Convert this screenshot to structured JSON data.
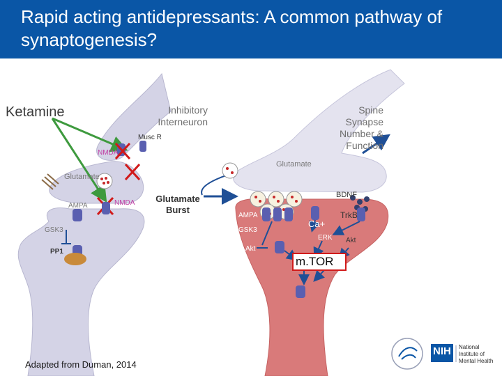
{
  "title": "Rapid acting antidepressants: A common pathway of synaptogenesis?",
  "labels": {
    "ketamine": "Ketamine",
    "inhibitory_interneuron": "Inhibitory Interneuron",
    "spine_synapse": "Spine Synapse Number & Function",
    "musc_r": "Musc R",
    "nmda_top": "NMDA",
    "glutamate_left": "Glutamate",
    "glutamate_right": "Glutamate",
    "nmda_left": "NMDA",
    "ampa_left": "AMPA",
    "gsk3_left": "GSK3",
    "pp1": "PP1",
    "glutamate_burst": "Glutamate Burst",
    "bdnf": "BDNF",
    "ampa_right": "AMPA",
    "trkb": "TrkB",
    "ca": "Ca+",
    "gsk3_right": "GSK3",
    "erk": "ERK",
    "akt_left": "Akt",
    "akt_right": "Akt",
    "mtor": "m.TOR"
  },
  "footer": "Adapted from Duman, 2014",
  "logo": {
    "text": "NIH",
    "name": "National Institute of Mental Health",
    "icon": "hhs-eagle-icon"
  },
  "colors": {
    "header": "#0a56a6",
    "neuron_grey": "#d4d3e6",
    "neuron_red": "#d97a7a",
    "receptor": "#5a5fb0",
    "cross": "#d11a1a",
    "ketamine_line": "#3e9a3e",
    "arrow": "#1f4f96",
    "label_grey": "#7a7a7a",
    "label_red": "#c43e3e",
    "nmda_pink": "#c23ea4"
  }
}
